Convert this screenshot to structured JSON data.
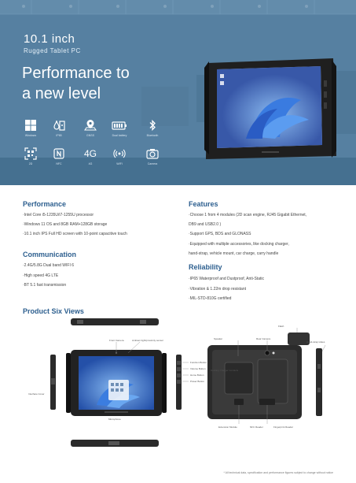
{
  "hero": {
    "size": "10.1 inch",
    "type": "Rugged Tablet PC",
    "headline_line1": "Performance to",
    "headline_line2": "a new level",
    "features": [
      {
        "icon": "windows-icon",
        "label": "Windows"
      },
      {
        "icon": "ip-rating-icon",
        "label": "IP65"
      },
      {
        "icon": "gnss-icon",
        "label": "GNSS"
      },
      {
        "icon": "battery-icon",
        "label": "Dual battery"
      },
      {
        "icon": "bluetooth-icon",
        "label": "Bluetooth"
      },
      {
        "icon": "scan-icon",
        "label": "2D"
      },
      {
        "icon": "nfc-icon",
        "label": "NFC"
      },
      {
        "icon": "lte-icon",
        "label": "4G",
        "glyph_text": "4G"
      },
      {
        "icon": "wifi-icon",
        "label": "WIFI"
      },
      {
        "icon": "camera-icon",
        "label": "Camera"
      }
    ]
  },
  "performance": {
    "title": "Performance",
    "items": [
      "·Intel Core i5-1235U/i7-1255U processor",
      "·Windows 11 OS and 8GB RAM+128GB storage",
      "·10.1 inch IPS Full HD screen with 10-point capacitive touch"
    ]
  },
  "communication": {
    "title": "Communication",
    "items": [
      "·2.4G/5.8G Dual band WIFI 6",
      "·High speed 4G LTE",
      "·BT 5.1 fast transmission"
    ]
  },
  "features": {
    "title": "Features",
    "items": [
      "·Choose 1 from 4 modules (2D scan engine, RJ45 Gigabit Ethernet,",
      "DB9 and USB2.0 )",
      "·Support GPS, BDS and GLONASS",
      "·Equipped with multiple accessories, like docking charger,",
      "hand-strap, vehicle mount, car charge, carry handle"
    ]
  },
  "reliability": {
    "title": "Reliability",
    "items": [
      "·IP65 Waterproof and Dustproof, Anti-Static",
      "·Vibration & 1.22m drop resistant",
      "·MIL-STD-810G certified"
    ]
  },
  "views": {
    "title": "Product Six Views",
    "callouts_front": [
      "Front Camera",
      "Ambient light/proximity sensor",
      "Function Button",
      "Volume Button",
      "Home Button",
      "Power Button",
      "Microphone"
    ],
    "callouts_back": [
      "Speaker",
      "Rear Camera",
      "Flash",
      "Docking Charger Contacts",
      "Hand-strap Holes",
      "Extension Module",
      "NFC Reader",
      "Fingerprint Reader"
    ],
    "callout_interface": "Interface Cover"
  },
  "note": "* All technical data, specification and performance figures subject to change without notice"
}
